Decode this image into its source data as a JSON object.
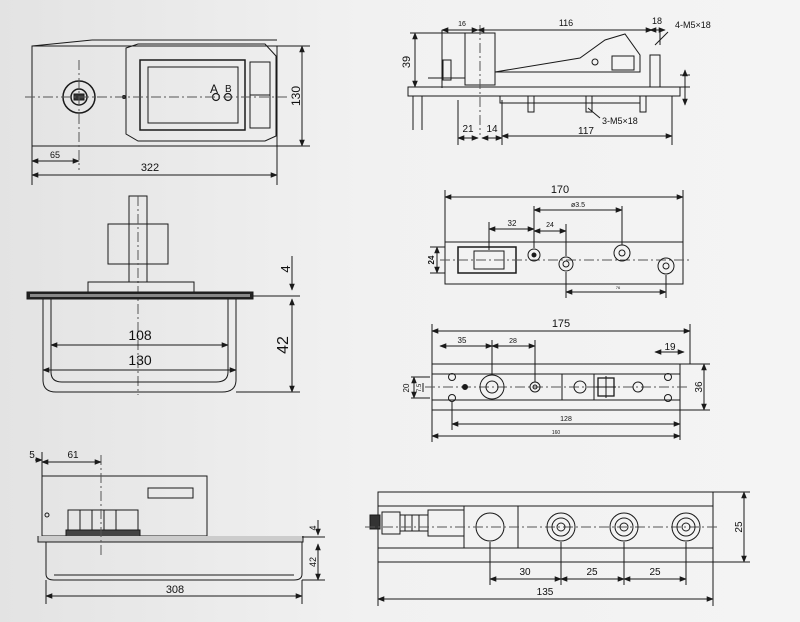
{
  "colors": {
    "line": "#1a1a1a",
    "dim": "#222222",
    "center": "#555555",
    "background": "#ececec"
  },
  "views": {
    "top_body": {
      "length": "322",
      "offset": "65",
      "height": "130",
      "label_a": "A",
      "label_b": "B"
    },
    "front_section": {
      "flange": "4",
      "depth": "42",
      "inner_width": "108",
      "outer_width": "130"
    },
    "side_view": {
      "flange": "4",
      "depth": "42",
      "edge": "5",
      "offset": "61",
      "length": "308"
    },
    "arm_side": {
      "width_16": "16",
      "width_116": "116",
      "width_18": "18",
      "thread_top": "4-M5×18",
      "height": "39",
      "dim_21": "21",
      "dim_14": "14",
      "dim_117": "117",
      "thread_bottom": "3-M5×18"
    },
    "plate_1": {
      "length": "170",
      "hole_dia": "ø3.5",
      "dim_32": "32",
      "dim_24_h": "24",
      "dim_24_v": "24",
      "lower_dim": "76"
    },
    "plate_2": {
      "length": "175",
      "dim_35": "35",
      "dim_28": "28",
      "dim_19": "19",
      "dim_20": "20",
      "dim_7": "7.5",
      "dim_36": "36",
      "dim_128": "128",
      "dim_160": "160"
    },
    "plate_3": {
      "height": "25",
      "dim_30": "30",
      "dim_25a": "25",
      "dim_25b": "25",
      "length": "135"
    }
  }
}
